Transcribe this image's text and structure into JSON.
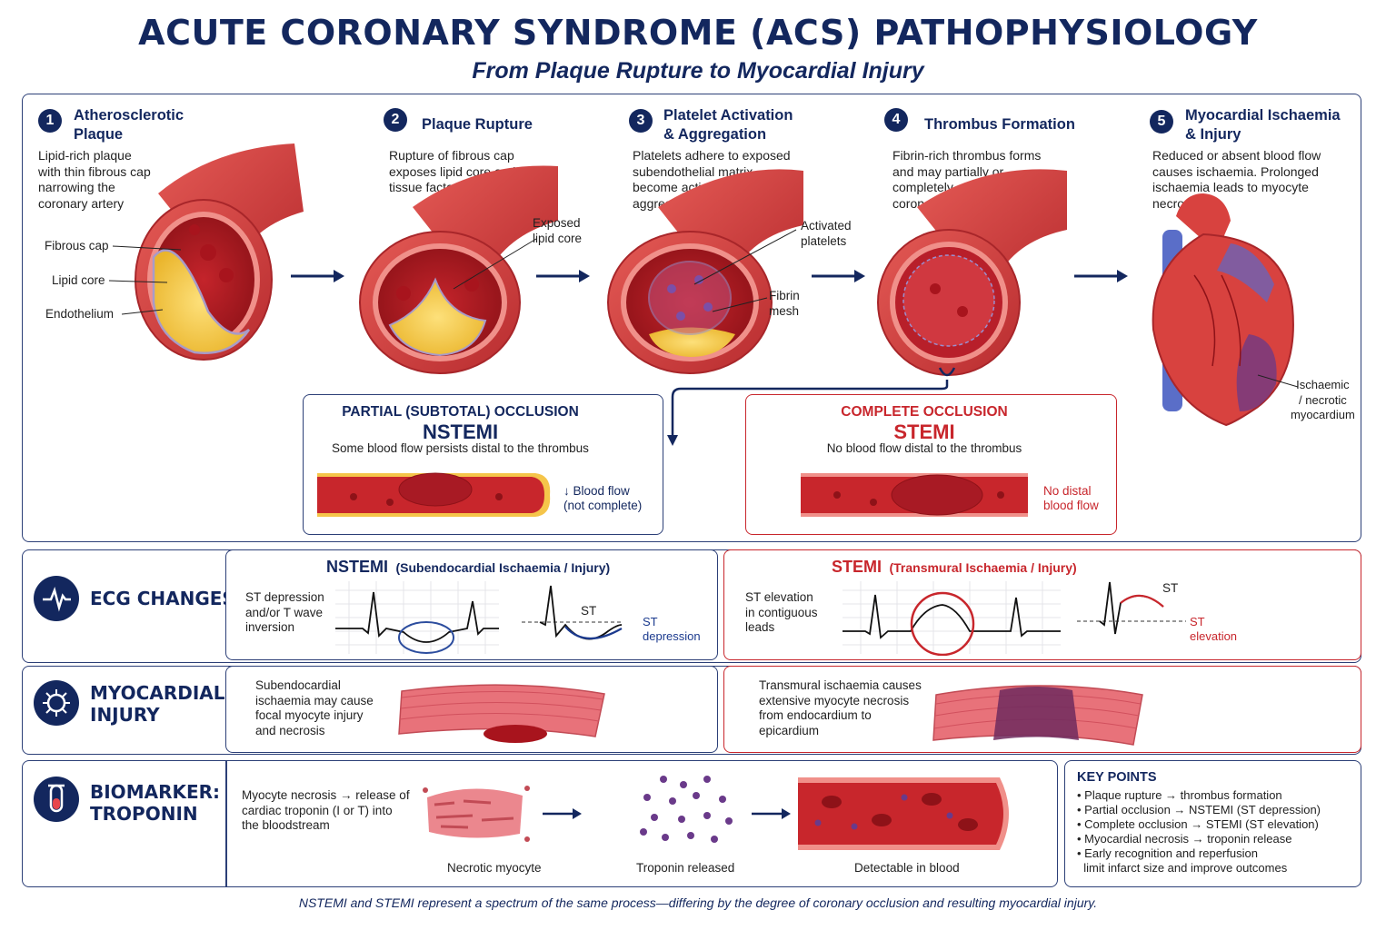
{
  "header": {
    "title": "ACUTE CORONARY SYNDROME (ACS) PATHOPHYSIOLOGY",
    "subtitle": "From Plaque Rupture to Myocardial Injury"
  },
  "steps": [
    {
      "num": "1",
      "title_l1": "Atherosclerotic",
      "title_l2": "Plaque",
      "desc": [
        "Lipid-rich plaque",
        "with thin fibrous cap",
        "narrowing the",
        "coronary artery"
      ]
    },
    {
      "num": "2",
      "title_l1": "Plaque Rupture",
      "title_l2": "",
      "desc": [
        "Rupture of fibrous cap",
        "exposes lipid core and",
        "tissue factor to blood"
      ]
    },
    {
      "num": "3",
      "title_l1": "Platelet Activation",
      "title_l2": "& Aggregation",
      "desc": [
        "Platelets adhere to exposed",
        "subendothelial matrix,",
        "become activated and",
        "aggregate"
      ]
    },
    {
      "num": "4",
      "title_l1": "Thrombus Formation",
      "title_l2": "",
      "desc": [
        "Fibrin-rich thrombus forms",
        "and may partially or",
        "completely occlude the",
        "coronary artery"
      ]
    },
    {
      "num": "5",
      "title_l1": "Myocardial Ischaemia",
      "title_l2": "& Injury",
      "desc": [
        "Reduced or absent blood flow",
        "causes ischaemia. Prolonged",
        "ischaemia leads to myocyte",
        "necrosis"
      ]
    }
  ],
  "labels": {
    "fibrous_cap": "Fibrous cap",
    "lipid_core": "Lipid core",
    "endothelium": "Endothelium",
    "exposed_l1": "Exposed",
    "exposed_l2": "lipid core",
    "activated_l1": "Activated",
    "activated_l2": "platelets",
    "fibrin_l1": "Fibrin",
    "fibrin_l2": "mesh",
    "isch_l1": "Ischaemic",
    "isch_l2": "/ necrotic",
    "isch_l3": "myocardium"
  },
  "nstemi_box": {
    "head": "PARTIAL (SUBTOTAL) OCCLUSION",
    "big": "NSTEMI",
    "sub": "Some blood flow persists distal to the thrombus",
    "flow_l1": "↓ Blood flow",
    "flow_l2": "(not complete)"
  },
  "stemi_box": {
    "head": "COMPLETE OCCLUSION",
    "big": "STEMI",
    "sub": "No blood flow distal to the thrombus",
    "flow_l1": "No distal",
    "flow_l2": "blood flow"
  },
  "ecg": {
    "row_title": "ECG CHANGES",
    "nstemi_title": "NSTEMI",
    "nstemi_paren": "(Subendocardial Ischaemia / Injury)",
    "nstemi_desc": [
      "ST depression",
      "and/or T wave",
      "inversion"
    ],
    "nstemi_st": "ST",
    "nstemi_st_l1": "ST",
    "nstemi_st_l2": "depression",
    "stemi_title": "STEMI",
    "stemi_paren": "(Transmural Ischaemia / Injury)",
    "stemi_desc": [
      "ST elevation",
      "in contiguous",
      "leads"
    ],
    "stemi_st": "ST",
    "stemi_st_l1": "ST",
    "stemi_st_l2": "elevation"
  },
  "injury": {
    "row_title_l1": "MYOCARDIAL",
    "row_title_l2": "INJURY",
    "nstemi_desc": [
      "Subendocardial",
      "ischaemia may cause",
      "focal myocyte injury",
      "and necrosis"
    ],
    "stemi_desc": [
      "Transmural ischaemia causes",
      "extensive myocyte necrosis",
      "from endocardium to",
      "epicardium"
    ]
  },
  "biomarker": {
    "row_title_l1": "BIOMARKER:",
    "row_title_l2": "TROPONIN",
    "desc": [
      "Myocyte necrosis → release of",
      "cardiac troponin (I or T) into",
      "the bloodstream"
    ],
    "cap1": "Necrotic myocyte",
    "cap2": "Troponin released",
    "cap3": "Detectable in blood"
  },
  "key_points": {
    "title": "KEY POINTS",
    "items": [
      "• Plaque rupture → thrombus formation",
      "• Partial occlusion → NSTEMI (ST depression)",
      "• Complete occlusion → STEMI (ST elevation)",
      "• Myocardial necrosis → troponin release",
      "• Early recognition and reperfusion",
      "  limit infarct size and improve outcomes"
    ]
  },
  "footer": "NSTEMI and STEMI represent a spectrum of the same process—differing by the degree of coronary occlusion and resulting myocardial injury.",
  "colors": {
    "navy": "#13275e",
    "red": "#c8262c",
    "artery": "#d8423f",
    "lipid": "#f2c23a"
  }
}
